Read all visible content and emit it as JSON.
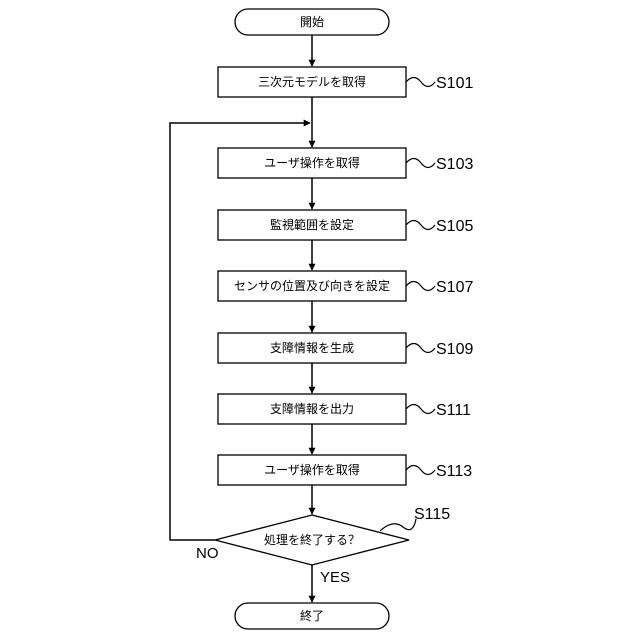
{
  "start": {
    "label": "開始"
  },
  "steps": [
    {
      "id": "S101",
      "label": "三次元モデルを取得"
    },
    {
      "id": "S103",
      "label": "ユーザ操作を取得"
    },
    {
      "id": "S105",
      "label": "監視範囲を設定"
    },
    {
      "id": "S107",
      "label": "センサの位置及び向きを設定"
    },
    {
      "id": "S109",
      "label": "支障情報を生成"
    },
    {
      "id": "S111",
      "label": "支障情報を出力"
    },
    {
      "id": "S113",
      "label": "ユーザ操作を取得"
    }
  ],
  "decision": {
    "id": "S115",
    "label": "処理を終了する？",
    "no_label": "NO",
    "yes_label": "YES"
  },
  "end": {
    "label": "終了"
  }
}
